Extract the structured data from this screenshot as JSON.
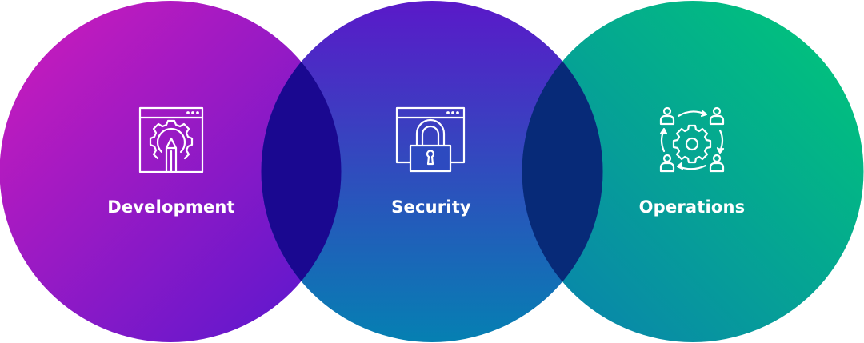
{
  "diagram": {
    "type": "venn-three-circles",
    "circles": [
      {
        "id": "development",
        "label": "Development",
        "icon": "browser-gear-pencil-icon",
        "gradient": {
          "from": "#c91bbd",
          "to": "#5b17cc"
        }
      },
      {
        "id": "security",
        "label": "Security",
        "icon": "browser-padlock-icon",
        "gradient": {
          "from": "#5a1bc8",
          "to": "#0a7ab3"
        }
      },
      {
        "id": "operations",
        "label": "Operations",
        "icon": "people-cycle-gear-icon",
        "gradient": {
          "from": "#00c774",
          "to": "#0a80a8"
        }
      }
    ],
    "overlaps": [
      {
        "between": [
          "development",
          "security"
        ],
        "color": "#1a0890"
      },
      {
        "between": [
          "security",
          "operations"
        ],
        "color": "#072a78"
      }
    ]
  }
}
